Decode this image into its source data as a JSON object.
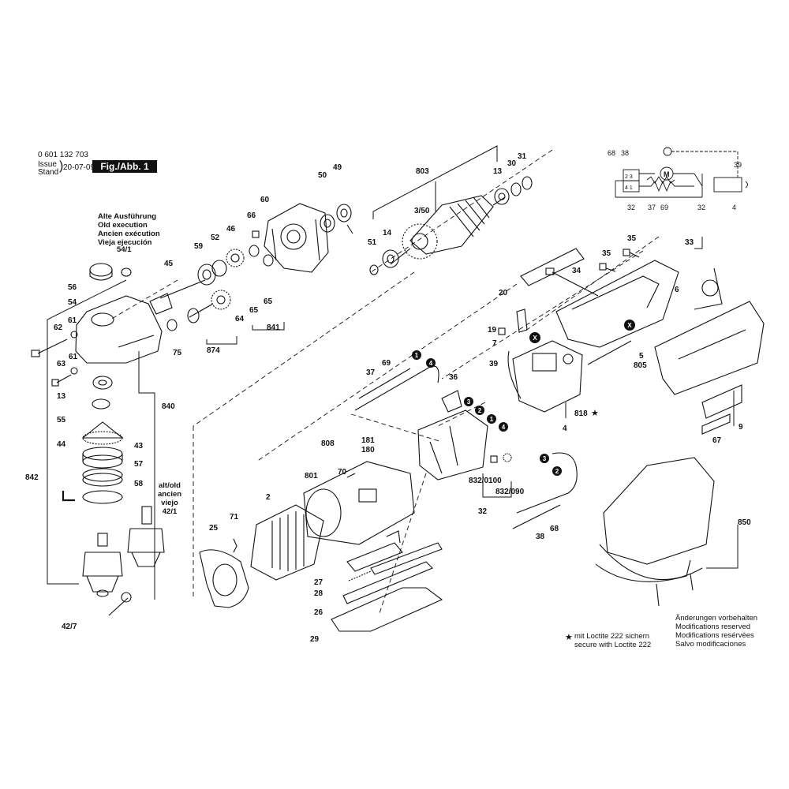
{
  "header": {
    "part_number": "0 601 132 703",
    "issue_label_1": "Issue",
    "issue_label_2": "Stand",
    "issue_date": "20-07-09",
    "figure_label": "Fig./Abb. 1"
  },
  "old_execution": [
    "Alte Ausführung",
    "Old execution",
    "Ancien exécution",
    "Vieja ejecución"
  ],
  "old_execution_ref": "54/1",
  "alt_old": [
    "alt/old",
    "ancien",
    "viejo",
    "42/1"
  ],
  "loctite": [
    "mit Loctite 222 sichern",
    "secure with Loctite 222"
  ],
  "changes": [
    "Änderungen vorbehalten",
    "Modifications reserved",
    "Modifications resérvées",
    "Salvo modificaciones"
  ],
  "labels": [
    {
      "id": "l803",
      "t": "803"
    },
    {
      "id": "l13a",
      "t": "13"
    },
    {
      "id": "l30",
      "t": "30"
    },
    {
      "id": "l31",
      "t": "31"
    },
    {
      "id": "l50",
      "t": "50"
    },
    {
      "id": "l49",
      "t": "49"
    },
    {
      "id": "l350",
      "t": "3/50"
    },
    {
      "id": "l51",
      "t": "51"
    },
    {
      "id": "l14",
      "t": "14"
    },
    {
      "id": "l60",
      "t": "60"
    },
    {
      "id": "l66",
      "t": "66"
    },
    {
      "id": "l52",
      "t": "52"
    },
    {
      "id": "l46",
      "t": "46"
    },
    {
      "id": "l59",
      "t": "59"
    },
    {
      "id": "l45",
      "t": "45"
    },
    {
      "id": "l65a",
      "t": "65"
    },
    {
      "id": "l65b",
      "t": "65"
    },
    {
      "id": "l64",
      "t": "64"
    },
    {
      "id": "l841",
      "t": "841"
    },
    {
      "id": "l874",
      "t": "874"
    },
    {
      "id": "l56",
      "t": "56"
    },
    {
      "id": "l54",
      "t": "54"
    },
    {
      "id": "l62",
      "t": "62"
    },
    {
      "id": "l61a",
      "t": "61"
    },
    {
      "id": "l63",
      "t": "63"
    },
    {
      "id": "l61b",
      "t": "61"
    },
    {
      "id": "l75",
      "t": "75"
    },
    {
      "id": "l13b",
      "t": "13"
    },
    {
      "id": "l55",
      "t": "55"
    },
    {
      "id": "l840",
      "t": "840"
    },
    {
      "id": "l44",
      "t": "44"
    },
    {
      "id": "l43",
      "t": "43"
    },
    {
      "id": "l57",
      "t": "57"
    },
    {
      "id": "l58",
      "t": "58"
    },
    {
      "id": "l842",
      "t": "842"
    },
    {
      "id": "l427",
      "t": "42/7"
    },
    {
      "id": "l35a",
      "t": "35"
    },
    {
      "id": "l33",
      "t": "33"
    },
    {
      "id": "l35b",
      "t": "35"
    },
    {
      "id": "l34",
      "t": "34"
    },
    {
      "id": "l20",
      "t": "20"
    },
    {
      "id": "l6",
      "t": "6"
    },
    {
      "id": "l19",
      "t": "19"
    },
    {
      "id": "l7",
      "t": "7"
    },
    {
      "id": "l5",
      "t": "5"
    },
    {
      "id": "l805",
      "t": "805"
    },
    {
      "id": "l39a",
      "t": "39"
    },
    {
      "id": "l818",
      "t": "818"
    },
    {
      "id": "l4a",
      "t": "4"
    },
    {
      "id": "l9",
      "t": "9"
    },
    {
      "id": "l67",
      "t": "67"
    },
    {
      "id": "l37a",
      "t": "37"
    },
    {
      "id": "l69a",
      "t": "69"
    },
    {
      "id": "l36",
      "t": "36"
    },
    {
      "id": "l808",
      "t": "808"
    },
    {
      "id": "l181",
      "t": "181"
    },
    {
      "id": "l180",
      "t": "180"
    },
    {
      "id": "l70",
      "t": "70"
    },
    {
      "id": "l801",
      "t": "801"
    },
    {
      "id": "l2",
      "t": "2"
    },
    {
      "id": "l8320100",
      "t": "832/0100"
    },
    {
      "id": "l832090",
      "t": "832/090"
    },
    {
      "id": "l32a",
      "t": "32"
    },
    {
      "id": "l25",
      "t": "25"
    },
    {
      "id": "l71",
      "t": "71"
    },
    {
      "id": "l68a",
      "t": "68"
    },
    {
      "id": "l38a",
      "t": "38"
    },
    {
      "id": "l850",
      "t": "850"
    },
    {
      "id": "l27",
      "t": "27"
    },
    {
      "id": "l28",
      "t": "28"
    },
    {
      "id": "l26",
      "t": "26"
    },
    {
      "id": "l29",
      "t": "29"
    },
    {
      "id": "s68",
      "t": "68"
    },
    {
      "id": "s38",
      "t": "38"
    },
    {
      "id": "s39",
      "t": "39"
    },
    {
      "id": "s32a",
      "t": "32"
    },
    {
      "id": "s37",
      "t": "37"
    },
    {
      "id": "s69",
      "t": "69"
    },
    {
      "id": "s32b",
      "t": "32"
    },
    {
      "id": "s4",
      "t": "4"
    }
  ],
  "markers": [
    {
      "id": "m1a",
      "t": "1"
    },
    {
      "id": "m4a",
      "t": "4"
    },
    {
      "id": "m3a",
      "t": "3"
    },
    {
      "id": "m2a",
      "t": "2"
    },
    {
      "id": "m1b",
      "t": "1"
    },
    {
      "id": "m4b",
      "t": "4"
    },
    {
      "id": "m3b",
      "t": "3"
    },
    {
      "id": "m2b",
      "t": "2"
    },
    {
      "id": "mxa",
      "t": "X"
    },
    {
      "id": "mxb",
      "t": "X"
    }
  ],
  "schematic": {
    "switch_top": "2 3",
    "switch_bottom": "4 1",
    "motor": "M"
  }
}
